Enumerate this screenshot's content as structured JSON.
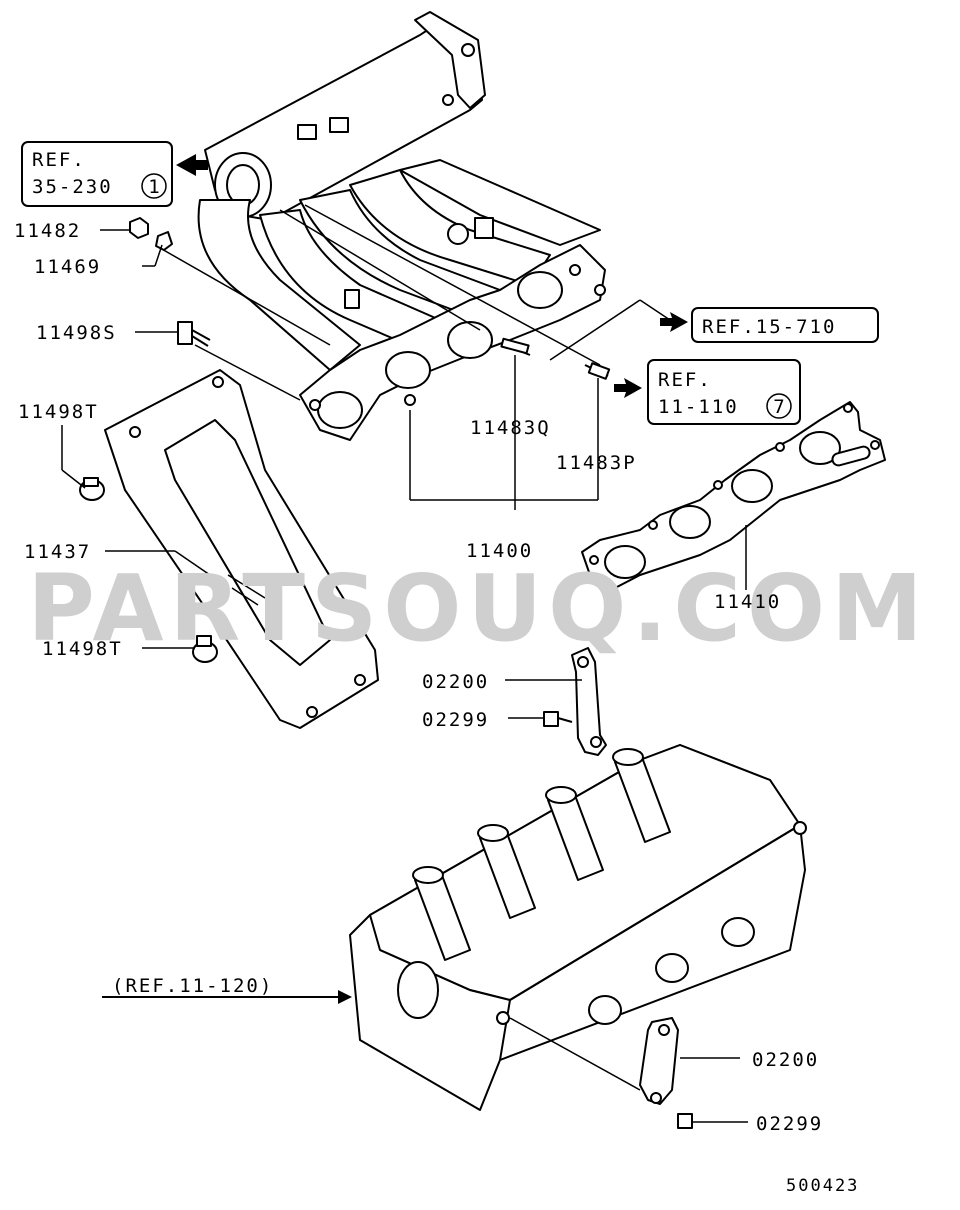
{
  "watermark": "PARTSOUQ.COM",
  "diagram_id": "500423",
  "references": {
    "ref_35_230": {
      "line1": "REF.",
      "line2": "35-230",
      "circle": "1"
    },
    "ref_15_710": {
      "text": "REF.15-710"
    },
    "ref_11_110": {
      "line1": "REF.",
      "line2": "11-110",
      "circle": "7"
    },
    "ref_11_120": {
      "text": "(REF.11-120)"
    }
  },
  "labels": {
    "p11482": "11482",
    "p11469": "11469",
    "p11498S": "11498S",
    "p11498T_top": "11498T",
    "p11437": "11437",
    "p11498T_bottom": "11498T",
    "p11483Q": "11483Q",
    "p11483P": "11483P",
    "p11400": "11400",
    "p11410": "11410",
    "p02200_top": "02200",
    "p02299_top": "02299",
    "p02200_bottom": "02200",
    "p02299_bottom": "02299"
  }
}
